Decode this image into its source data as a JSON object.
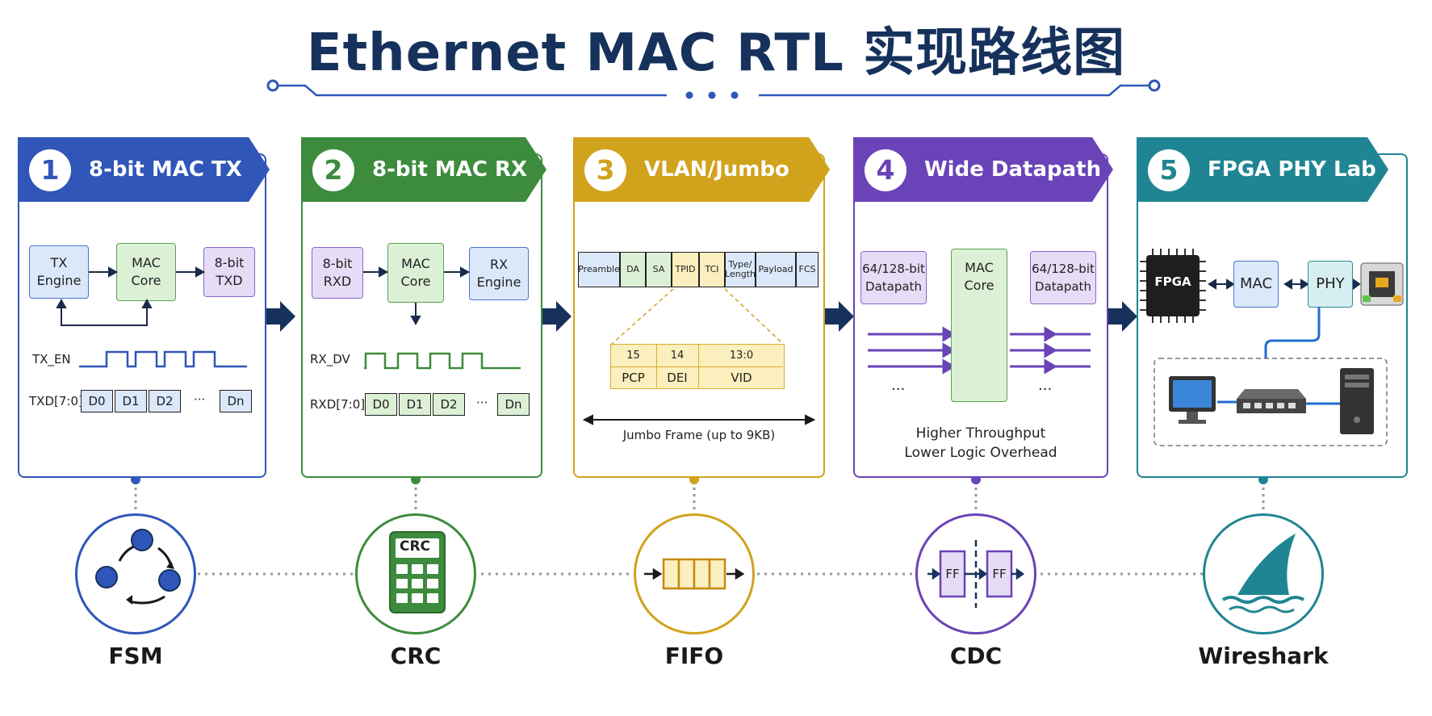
{
  "title": "Ethernet MAC RTL 实现路线图",
  "stages": [
    {
      "num": "1",
      "label": "8-bit MAC TX",
      "color": "#2f56b8"
    },
    {
      "num": "2",
      "label": "8-bit MAC RX",
      "color": "#3d8b3d"
    },
    {
      "num": "3",
      "label": "VLAN/Jumbo",
      "color": "#d1a21c"
    },
    {
      "num": "4",
      "label": "Wide Datapath",
      "color": "#6a43b8"
    },
    {
      "num": "5",
      "label": "FPGA PHY Lab",
      "color": "#1f8592"
    }
  ],
  "tx": {
    "engine": "TX\nEngine",
    "core": "MAC\nCore",
    "txd": "8-bit\nTXD",
    "en_label": "TX_EN",
    "data_label": "TXD[7:0]",
    "beats": [
      "D0",
      "D1",
      "D2"
    ],
    "ellipsis": "···",
    "last": "Dn"
  },
  "rx": {
    "rxd": "8-bit\nRXD",
    "core": "MAC\nCore",
    "engine": "RX\nEngine",
    "dv_label": "RX_DV",
    "data_label": "RXD[7:0]",
    "beats": [
      "D0",
      "D1",
      "D2"
    ],
    "ellipsis": "···",
    "last": "Dn"
  },
  "vlan": {
    "fields": [
      "Preamble",
      "DA",
      "SA",
      "TPID",
      "TCI",
      "Type/\nLength",
      "Payload",
      "FCS"
    ],
    "tci_bits": [
      "15",
      "14",
      "13:0"
    ],
    "tci_names": [
      "PCP",
      "DEI",
      "VID"
    ],
    "jumbo": "Jumbo Frame (up to 9KB)"
  },
  "wide": {
    "left": "64/128-bit\nDatapath",
    "core": "MAC\nCore",
    "right": "64/128-bit\nDatapath",
    "ellipsis": "···",
    "caption1": "Higher Throughput",
    "caption2": "Lower Logic Overhead"
  },
  "phy": {
    "fpga": "FPGA",
    "mac": "MAC",
    "phy": "PHY"
  },
  "tools": [
    {
      "name": "FSM",
      "color": "#2f56b8"
    },
    {
      "name": "CRC",
      "color": "#3d8b3d",
      "badge": "CRC"
    },
    {
      "name": "FIFO",
      "color": "#d1a21c"
    },
    {
      "name": "CDC",
      "color": "#6a43b8",
      "ff": "FF"
    },
    {
      "name": "Wireshark",
      "color": "#1f8592"
    }
  ]
}
